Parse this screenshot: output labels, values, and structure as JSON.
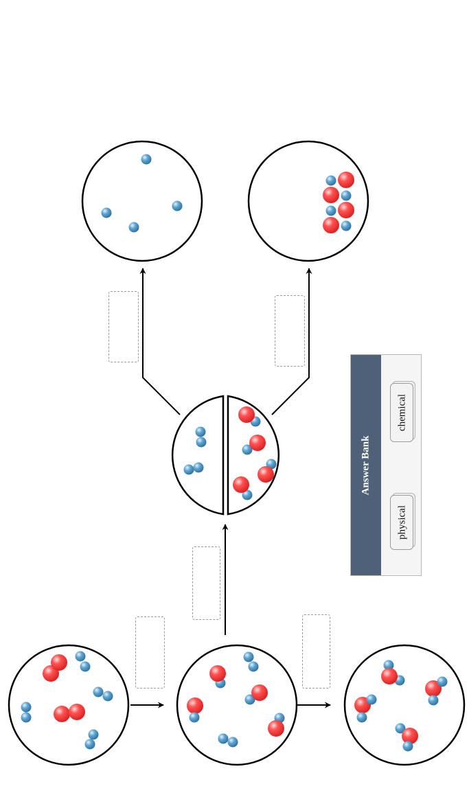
{
  "answer_bank": {
    "title": "Answer Bank",
    "options": [
      "chemical",
      "physical"
    ]
  },
  "colors": {
    "atom_red": "#ee2d2d",
    "atom_blue": "#3f86b4",
    "panel_header": "#4e6178"
  },
  "drop_targets": [
    "blank-1",
    "blank-2",
    "blank-3",
    "blank-4",
    "blank-5"
  ]
}
